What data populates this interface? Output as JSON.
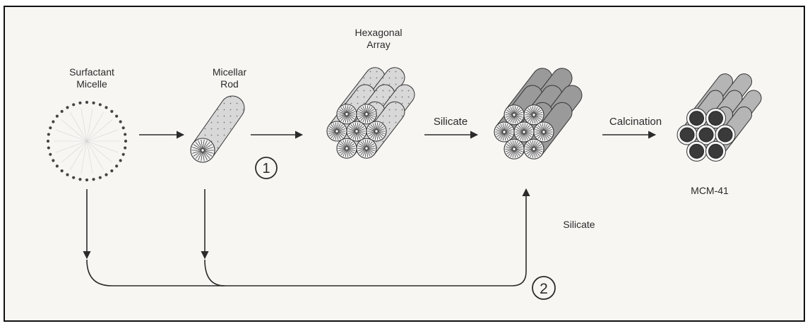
{
  "labels": {
    "surfactant_line1": "Surfactant",
    "surfactant_line2": "Micelle",
    "rod_line1": "Micellar",
    "rod_line2": "Rod",
    "hex_line1": "Hexagonal",
    "hex_line2": "Array",
    "silicate_top": "Silicate",
    "calcination": "Calcination",
    "product": "MCM-41",
    "silicate_bottom": "Silicate"
  },
  "route_markers": {
    "route1": "1",
    "route2": "2"
  },
  "colors": {
    "line": "#2b2b2b",
    "rod_light": "#d8d8d8",
    "rod_grey": "#9a9a9a",
    "pore_dark": "#3a3a3a",
    "frame_bg": "#f7f6f3"
  }
}
